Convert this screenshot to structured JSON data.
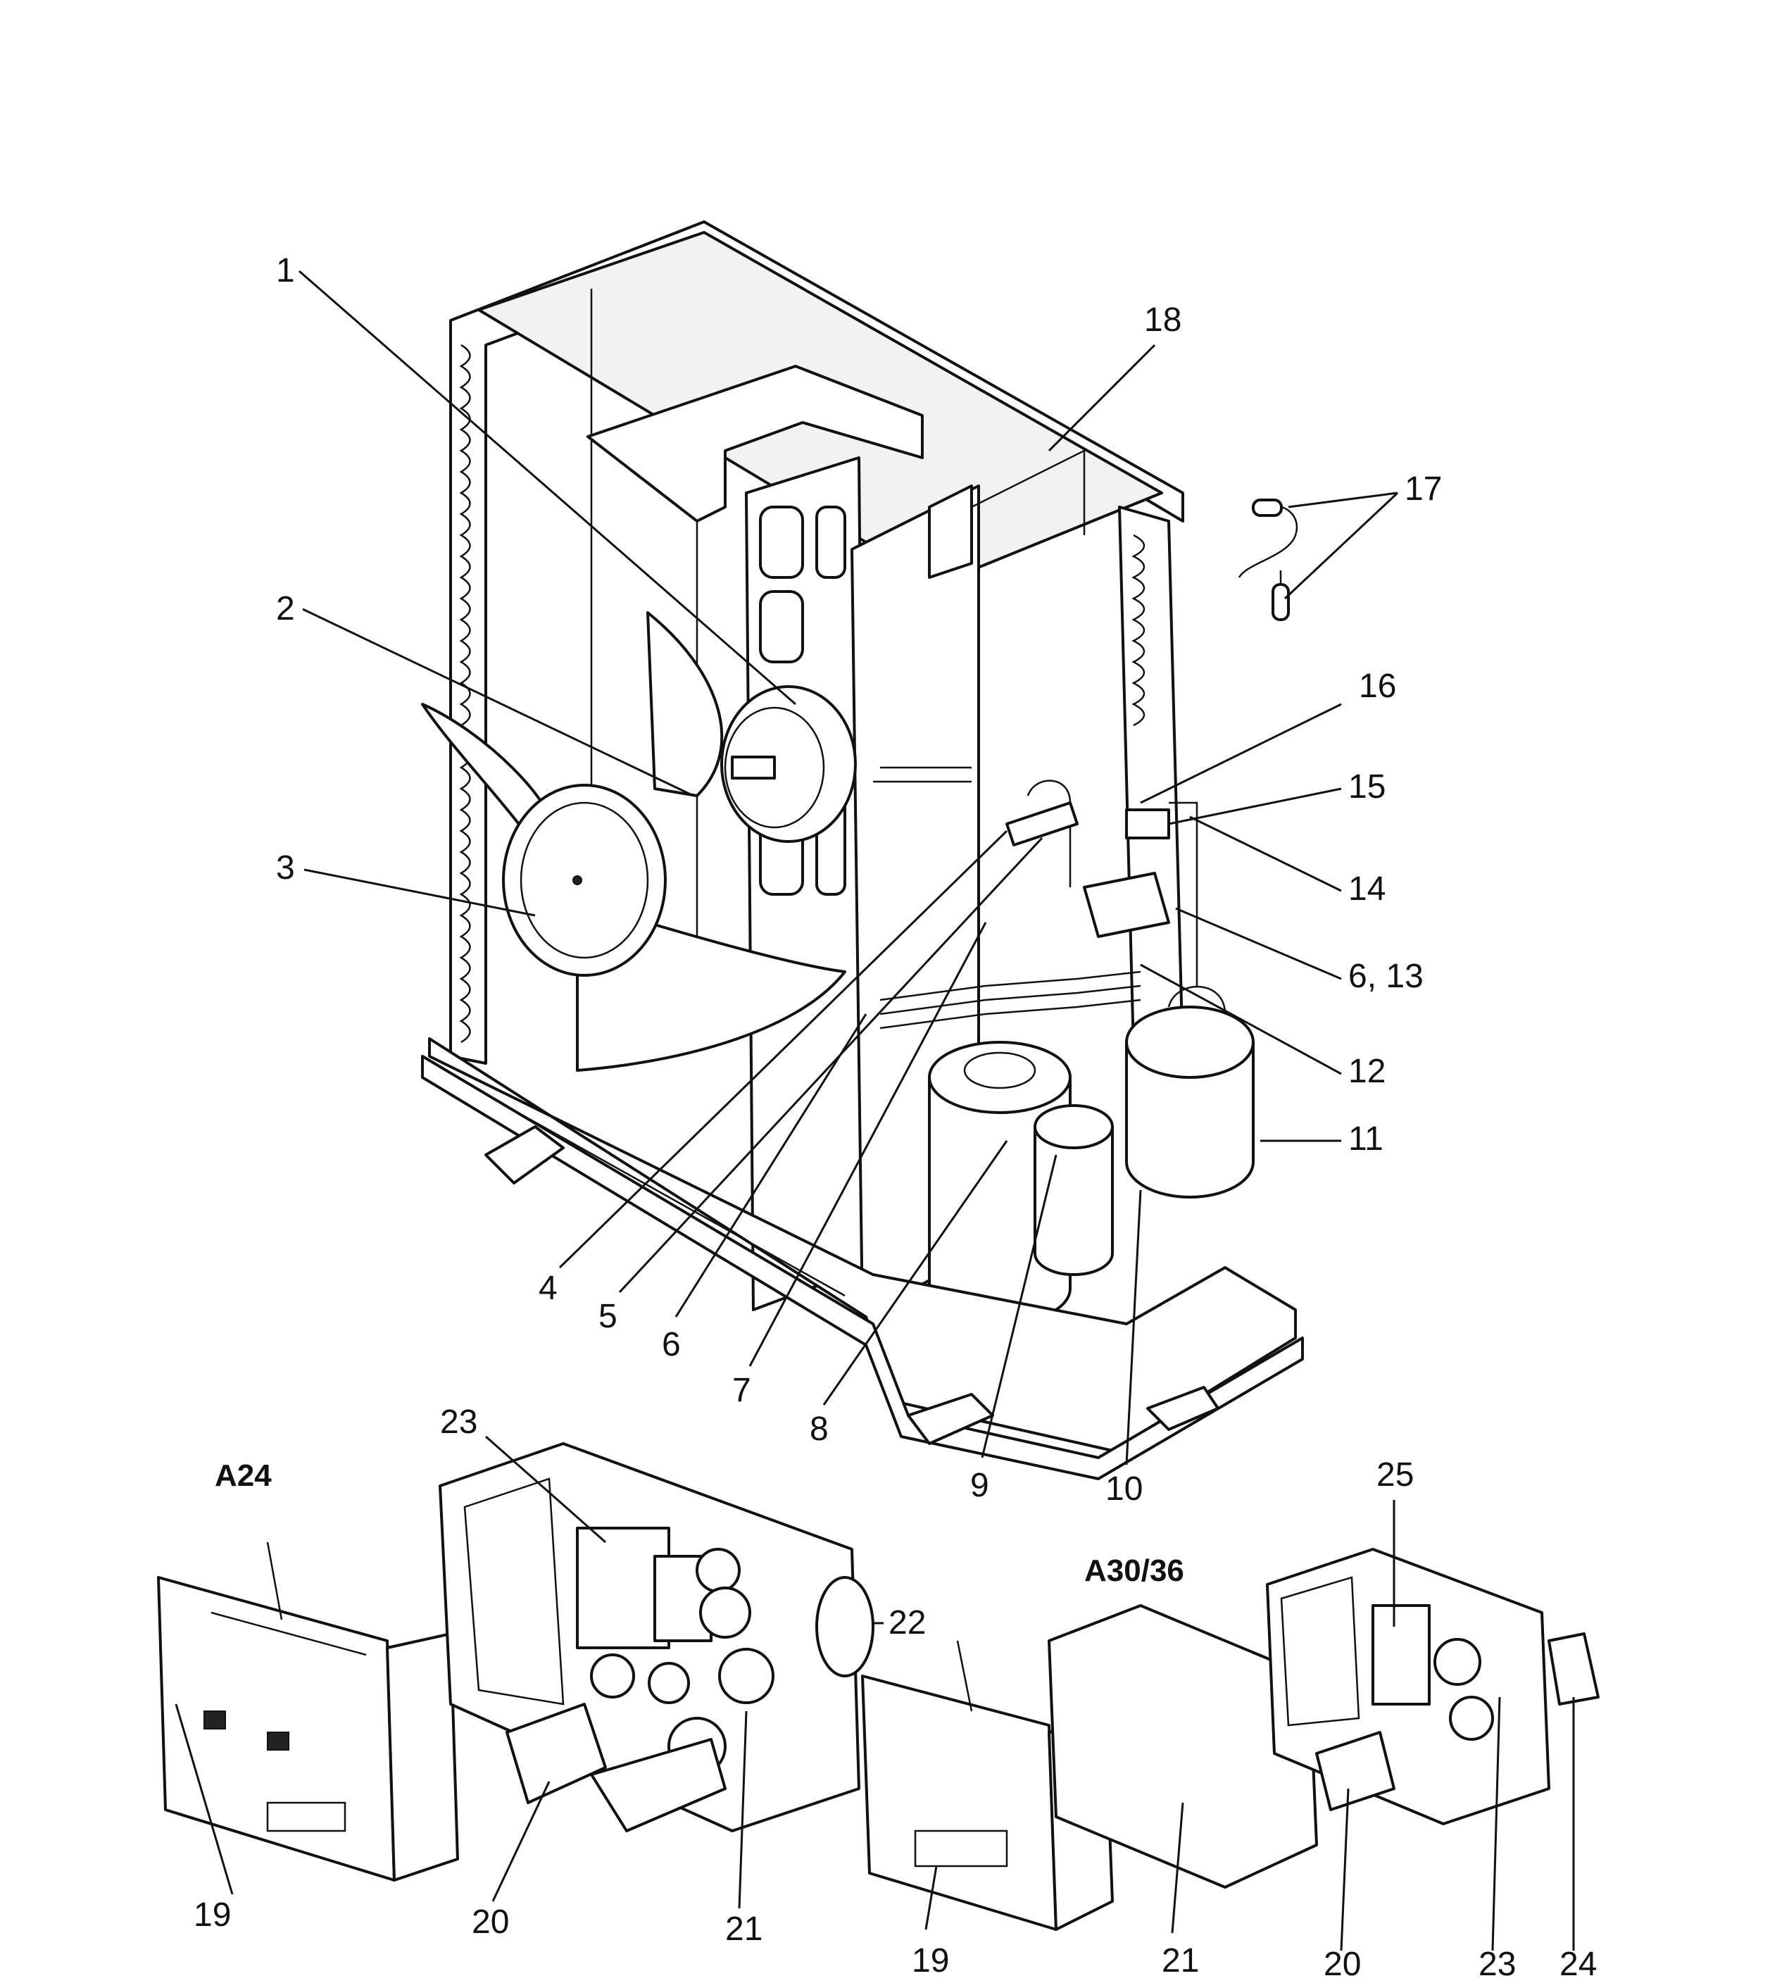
{
  "variants": {
    "a24": "A24",
    "a30_36": "A30/36"
  },
  "callouts": {
    "c1": "1",
    "c2": "2",
    "c3": "3",
    "c4": "4",
    "c5": "5",
    "c6": "6",
    "c7": "7",
    "c8": "8",
    "c9": "9",
    "c10": "10",
    "c11": "11",
    "c12": "12",
    "c6_13": "6, 13",
    "c14": "14",
    "c15": "15",
    "c16": "16",
    "c17": "17",
    "c18": "18",
    "a24_19": "19",
    "a24_20": "20",
    "a24_21": "21",
    "a24_22": "22",
    "a24_23": "23",
    "a30_19": "19",
    "a30_20": "20",
    "a30_21": "21",
    "a30_23": "23",
    "a30_24": "24",
    "a30_25": "25"
  }
}
